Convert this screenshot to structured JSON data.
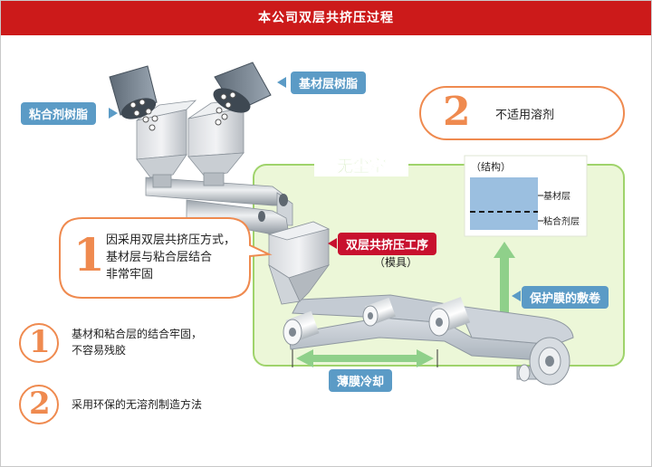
{
  "title": "本公司双层共挤压过程",
  "labels": {
    "substrate_resin": "基材层树脂",
    "adhesive_resin": "粘合剂树脂",
    "cleanroom": "无尘室",
    "coextrusion_process": "双层共挤压工序",
    "die": "（模具）",
    "film_cooling": "薄膜冷却",
    "protective_film_roll": "保护膜的敷卷"
  },
  "callout_main": {
    "number": "1",
    "lines": [
      "因采用双层共挤压方式，",
      "基材层与粘合层结合",
      "非常牢固"
    ]
  },
  "callout_solvent": {
    "number": "2",
    "text": "不适用溶剂"
  },
  "structure": {
    "title": "（结构）",
    "layer_top": "基材层",
    "layer_bottom": "粘合剂层"
  },
  "notes": [
    {
      "number": "1",
      "lines": [
        "基材和粘合层的结合牢固，",
        "不容易残胶"
      ]
    },
    {
      "number": "2",
      "lines": [
        "采用环保的无溶剂制造方法"
      ]
    }
  ],
  "colors": {
    "title_bar": "#cc1a1a",
    "tag_blue": "#5b9bc6",
    "tag_red": "#c8102e",
    "accent_orange": "#ef8a4f",
    "cleanroom_fill": "#ecf7d8",
    "cleanroom_border": "#9fd36b",
    "arrow_green": "#8fd08a"
  }
}
